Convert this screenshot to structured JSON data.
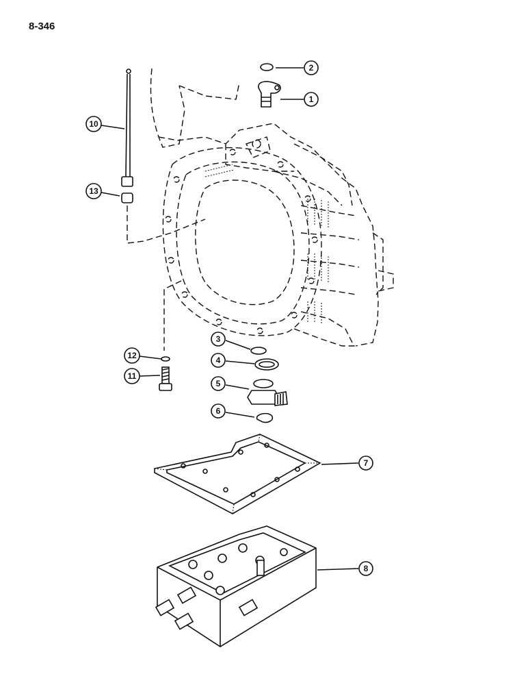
{
  "page": {
    "number": "8-346"
  },
  "colors": {
    "ink": "#111111",
    "paper": "#ffffff"
  },
  "callouts": [
    "1",
    "2",
    "3",
    "4",
    "5",
    "6",
    "7",
    "8",
    "10",
    "11",
    "12",
    "13"
  ]
}
